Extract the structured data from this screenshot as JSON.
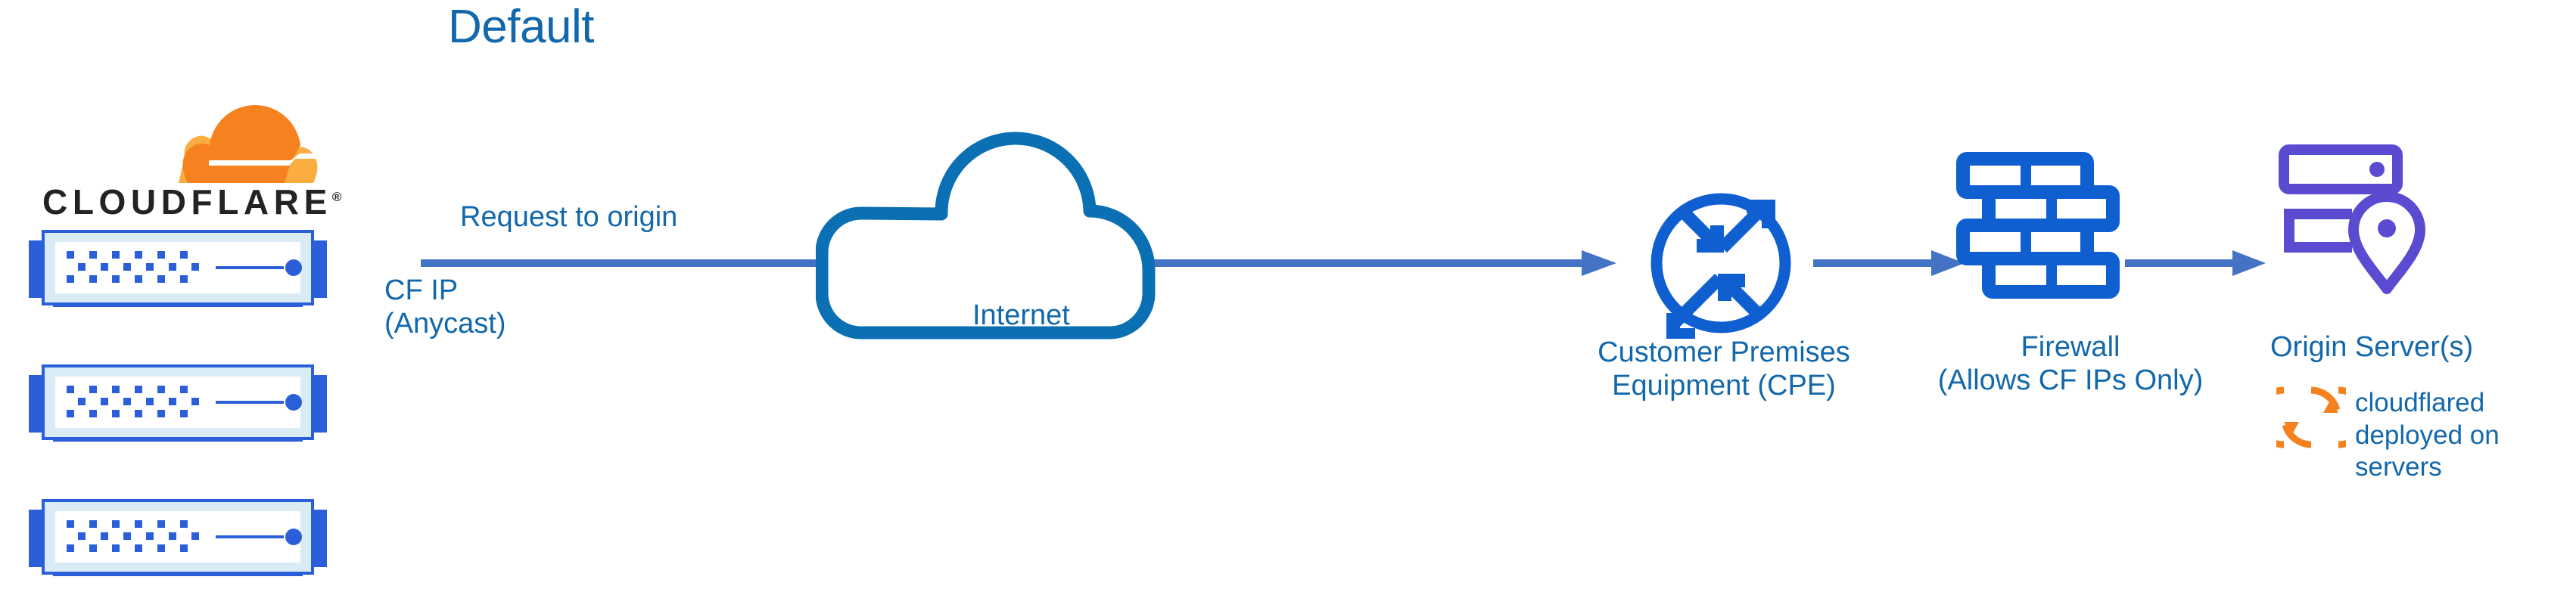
{
  "title": "Default",
  "brand": {
    "wordmark": "CLOUDFLARE",
    "registered_mark": "®",
    "logo_orange": "#f6821f",
    "logo_orange_light": "#fbad41",
    "wordmark_color": "#232324"
  },
  "colors": {
    "text_blue": "#1268ab",
    "icon_blue": "#0f5fd1",
    "cloud_blue": "#0b70b3",
    "arrow_blue": "#4472c4",
    "origin_purple": "#5b4bd0",
    "server_frame_blue": "#2b5fd9",
    "server_fill_light": "#d9ecf5",
    "cloudflared_orange": "#f6821f"
  },
  "nodes": {
    "cloudflare_network": {
      "label": "CLOUDFLARE",
      "icon": "cloudflare-logo",
      "server_count": 3,
      "server_icon": "rack-server-icon"
    },
    "internet": {
      "label": "Internet",
      "icon": "cloud-icon"
    },
    "cpe": {
      "label": "Customer Premises\nEquipment (CPE)",
      "icon": "router-icon"
    },
    "firewall": {
      "label": "Firewall\n(Allows CF IPs Only)",
      "icon": "brick-wall-icon"
    },
    "origin": {
      "label": "Origin Server(s)",
      "icon": "server-location-icon",
      "note": "cloudflared\ndeployed on\nservers",
      "note_icon": "sync-refresh-icon"
    }
  },
  "edges": {
    "request_to_origin": {
      "label": "Request to origin",
      "sublabel": "CF IP\n(Anycast)",
      "from": "cloudflare_network",
      "to": "cpe"
    },
    "cpe_to_firewall": {
      "label": "",
      "from": "cpe",
      "to": "firewall"
    },
    "firewall_to_origin": {
      "label": "",
      "from": "firewall",
      "to": "origin"
    }
  }
}
